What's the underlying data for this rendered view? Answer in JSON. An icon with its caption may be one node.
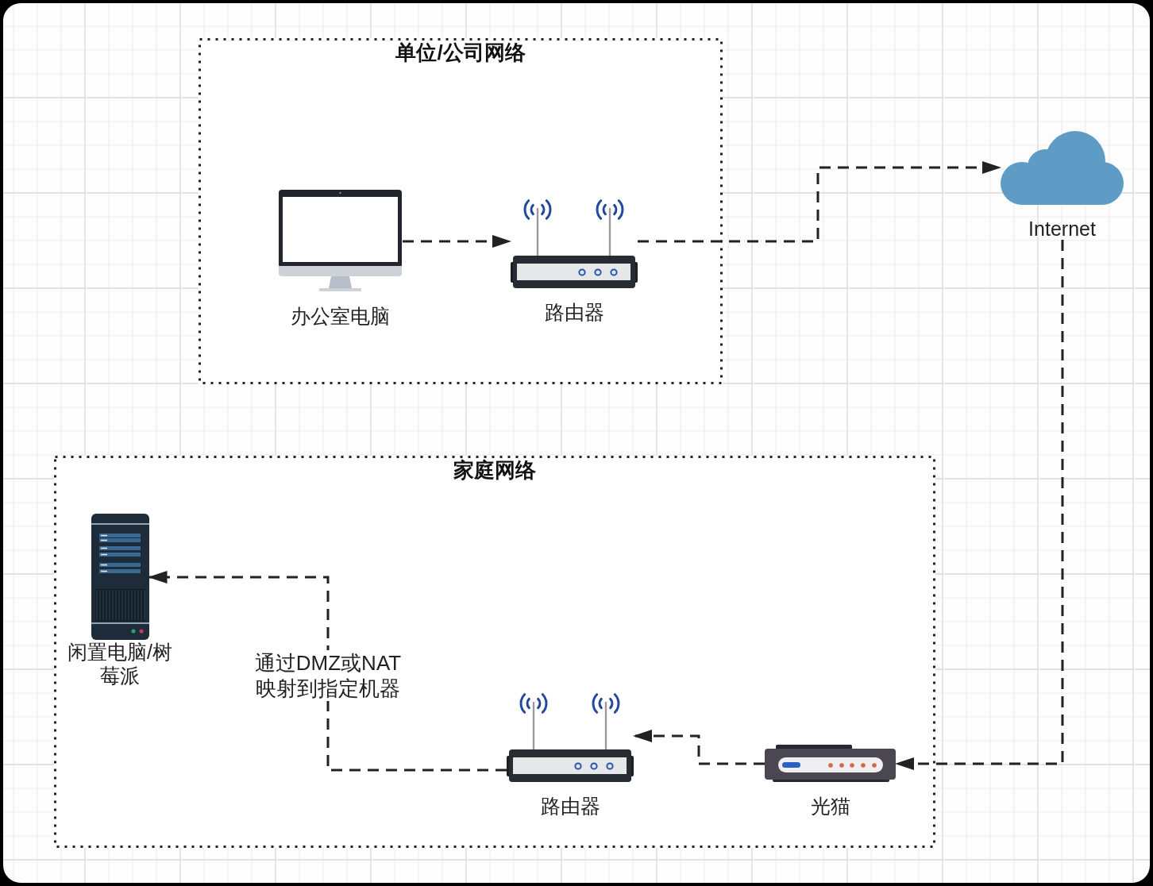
{
  "diagram": {
    "nodes": [
      {
        "text": [
          "单位/公司网络"
        ]
      },
      {
        "text": [
          "办公室电脑"
        ],
        "in": 0
      },
      {
        "text": [
          "路由器"
        ],
        "in": 0
      },
      {
        "text": [
          "Internet"
        ]
      },
      {
        "text": [
          "家庭网络"
        ]
      },
      {
        "text": [
          "闲置电脑/树莓派"
        ],
        "in": 4
      },
      {
        "text": [
          "路由器"
        ],
        "in": 4
      },
      {
        "text": [
          "光猫"
        ],
        "in": 4
      }
    ],
    "edges": [
      {
        "from": 1,
        "to": 2,
        "arrow": "to",
        "style": "dashed"
      },
      {
        "from": 2,
        "to": 3,
        "arrow": "to",
        "style": "dashed"
      },
      {
        "from": 3,
        "to": 7,
        "arrow": "to",
        "style": "dashed"
      },
      {
        "from": 7,
        "to": 6,
        "arrow": "to",
        "style": "dashed"
      },
      {
        "from": 6,
        "to": 5,
        "arrow": "to",
        "style": "dashed",
        "label": "通过DMZ或NAT映射到指定机器"
      }
    ]
  }
}
